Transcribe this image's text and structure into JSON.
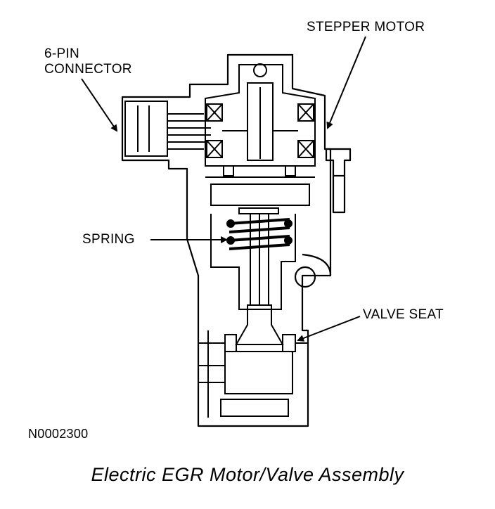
{
  "labels": {
    "connector_line1": "6-PIN",
    "connector_line2": "CONNECTOR",
    "stepper_motor": "STEPPER MOTOR",
    "spring": "SPRING",
    "valve_seat": "VALVE SEAT"
  },
  "figure_code": "N0002300",
  "caption": "Electric EGR Motor/Valve Assembly"
}
